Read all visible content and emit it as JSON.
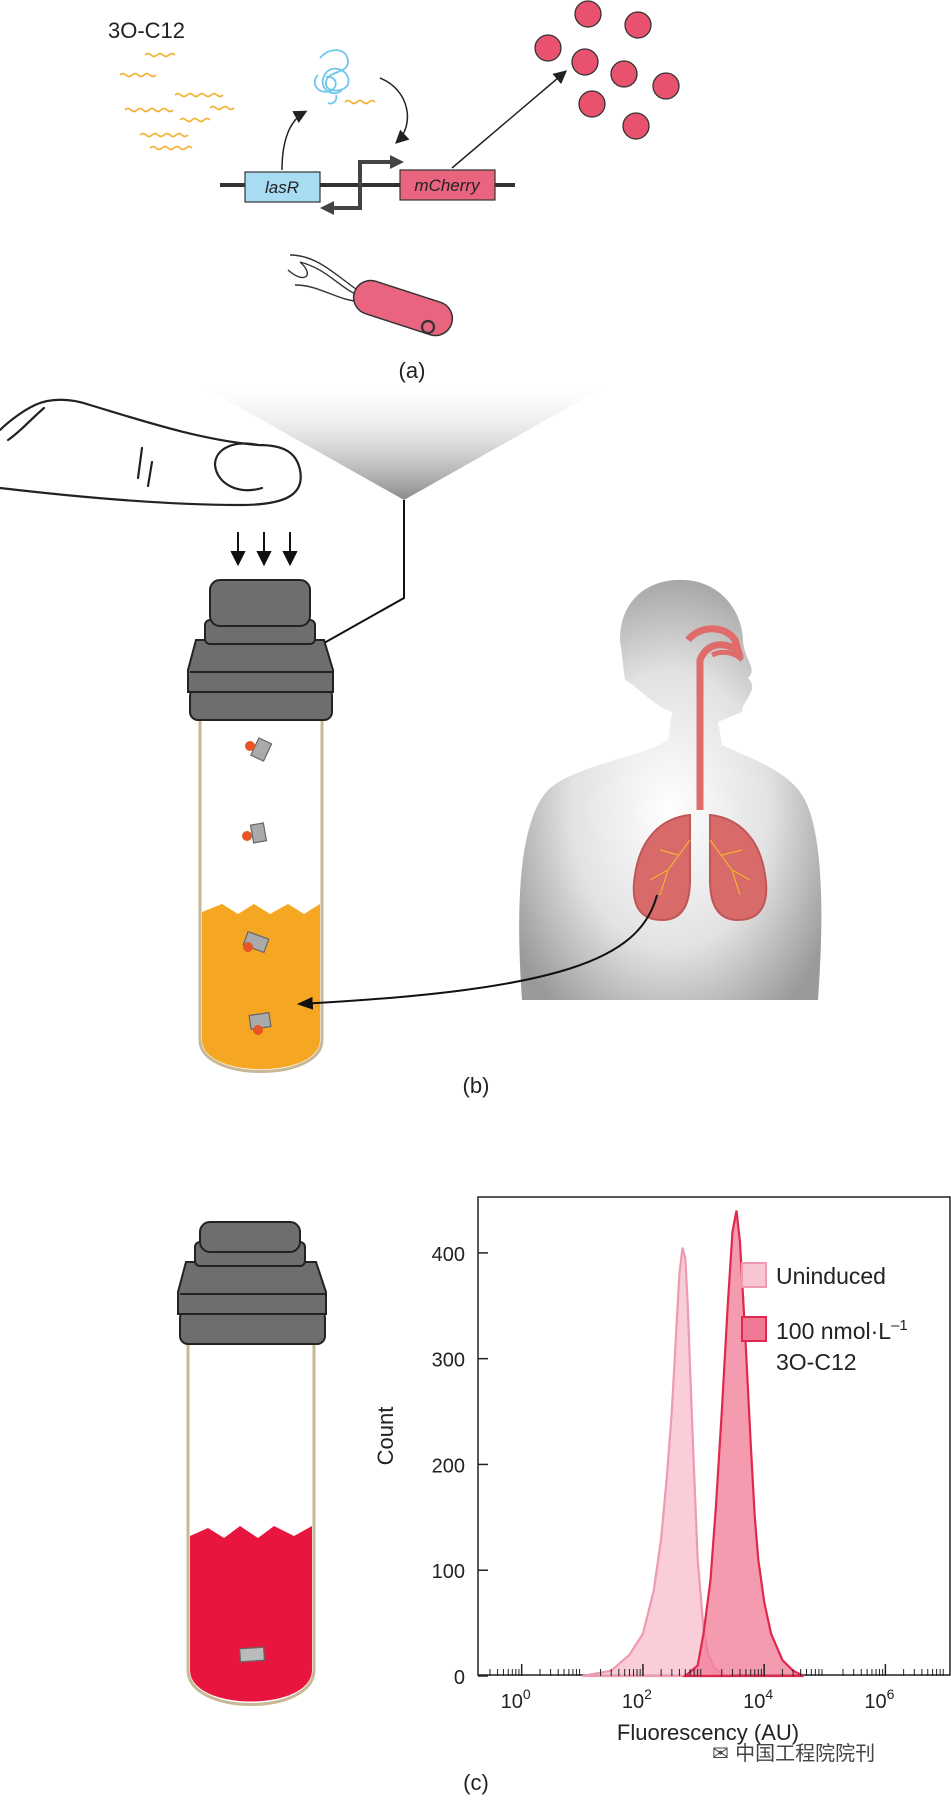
{
  "panel_a": {
    "molecule_label": "3O-C12",
    "gene_left": "lasR",
    "gene_right": "mCherry",
    "caption": "(a)"
  },
  "panel_b": {
    "caption": "(b)"
  },
  "panel_c": {
    "caption": "(c)",
    "watermark": "中国工程院院刊"
  },
  "colors": {
    "lasR_box": "#a8dcf2",
    "mCherry_box": "#e8647f",
    "droplet": "#e8526e",
    "sample_orange": "#f5a623",
    "sample_red": "#e8163f",
    "cap_gray": "#6e6e6e",
    "uninduced_fill": "#f8c6d2",
    "induced_fill": "#f07a96"
  },
  "chart_data": {
    "type": "area",
    "title": "",
    "xlabel": "Fluorescency (AU)",
    "ylabel": "Count",
    "xscale": "log",
    "xlim": [
      0.3,
      10000000
    ],
    "ylim": [
      0,
      450
    ],
    "xticks": [
      1,
      100,
      10000,
      1000000
    ],
    "xtick_labels": [
      "0",
      "2",
      "4",
      "6"
    ],
    "xtick_base": "10",
    "yticks": [
      0,
      100,
      200,
      300,
      400
    ],
    "ytick_labels": [
      "0",
      "100",
      "200",
      "300",
      "400"
    ],
    "grid": false,
    "legend_position": "top-right",
    "series": [
      {
        "name": "Uninduced",
        "color": "#f8c6d2",
        "stroke": "#ee9ab0",
        "x": [
          10,
          30,
          60,
          100,
          150,
          200,
          250,
          300,
          350,
          400,
          450,
          500,
          550,
          600,
          700,
          800,
          1000,
          1200,
          1500,
          2000,
          3000
        ],
        "y": [
          0,
          5,
          20,
          40,
          80,
          130,
          190,
          250,
          320,
          380,
          405,
          395,
          350,
          290,
          190,
          110,
          45,
          20,
          8,
          2,
          0
        ]
      },
      {
        "name": "100 nmol·L⁻¹ 3O-C12",
        "legend_lines": [
          "100 nmol·L",
          "–1",
          "3O-C12"
        ],
        "color": "#f07a96",
        "stroke": "#e0284c",
        "x": [
          500,
          800,
          1000,
          1300,
          1600,
          2000,
          2500,
          3000,
          3500,
          4000,
          5000,
          6000,
          7000,
          8000,
          10000,
          13000,
          20000,
          30000,
          45000
        ],
        "y": [
          0,
          10,
          40,
          90,
          160,
          250,
          350,
          420,
          440,
          410,
          310,
          220,
          150,
          110,
          70,
          40,
          15,
          5,
          0
        ]
      }
    ]
  }
}
